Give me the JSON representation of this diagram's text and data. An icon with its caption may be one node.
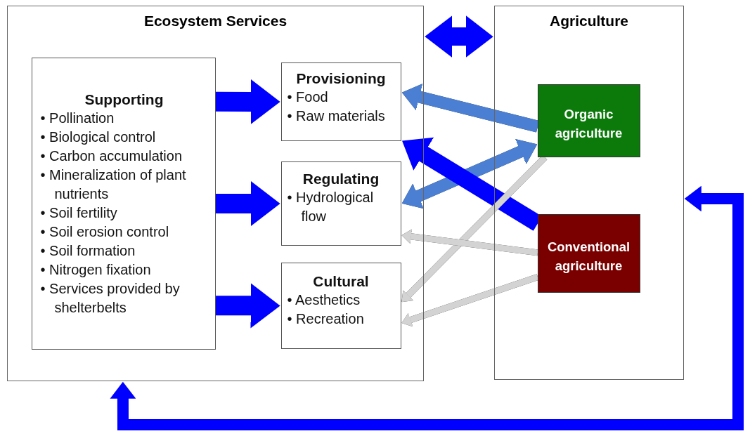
{
  "diagram": {
    "nodes": [
      {
        "text": [
          "Ecosystem Services"
        ]
      },
      {
        "text": [
          "Supporting",
          "• Pollination",
          "• Biological control",
          "• Carbon accumulation",
          "• Mineralization of plant nutrients",
          "• Soil fertility",
          "• Soil erosion control",
          "• Soil formation",
          "• Nitrogen fixation",
          "• Services provided by shelterbelts"
        ],
        "in": 0
      },
      {
        "text": [
          "Provisioning",
          "• Food",
          "• Raw materials"
        ],
        "in": 0
      },
      {
        "text": [
          "Regulating",
          "• Hydrological flow"
        ],
        "in": 0
      },
      {
        "text": [
          "Cultural",
          "• Aesthetics",
          "• Recreation"
        ],
        "in": 0
      },
      {
        "text": [
          "Agriculture"
        ]
      },
      {
        "text": [
          "Organic agriculture"
        ],
        "in": 5
      },
      {
        "text": [
          "Conventional agriculture"
        ],
        "in": 5
      }
    ],
    "edges": [
      {
        "from": 1,
        "to": 2,
        "arrow": "to"
      },
      {
        "from": 1,
        "to": 3,
        "arrow": "to"
      },
      {
        "from": 1,
        "to": 4,
        "arrow": "to"
      },
      {
        "from": 0,
        "to": 5,
        "arrow": "both"
      },
      {
        "from": 6,
        "to": 2,
        "arrow": "to",
        "color": "#4a7fd4"
      },
      {
        "from": 6,
        "to": 3,
        "arrow": "both",
        "color": "#4a7fd4"
      },
      {
        "from": 7,
        "to": 2,
        "arrow": "to"
      },
      {
        "from": 6,
        "to": 4,
        "arrow": "to",
        "color": "#d3d3d3"
      },
      {
        "from": 7,
        "to": 3,
        "arrow": "to",
        "color": "#d3d3d3"
      },
      {
        "from": 7,
        "to": 4,
        "arrow": "to",
        "color": "#d3d3d3"
      },
      {
        "from": 5,
        "to": 0,
        "arrow": "both"
      }
    ]
  }
}
